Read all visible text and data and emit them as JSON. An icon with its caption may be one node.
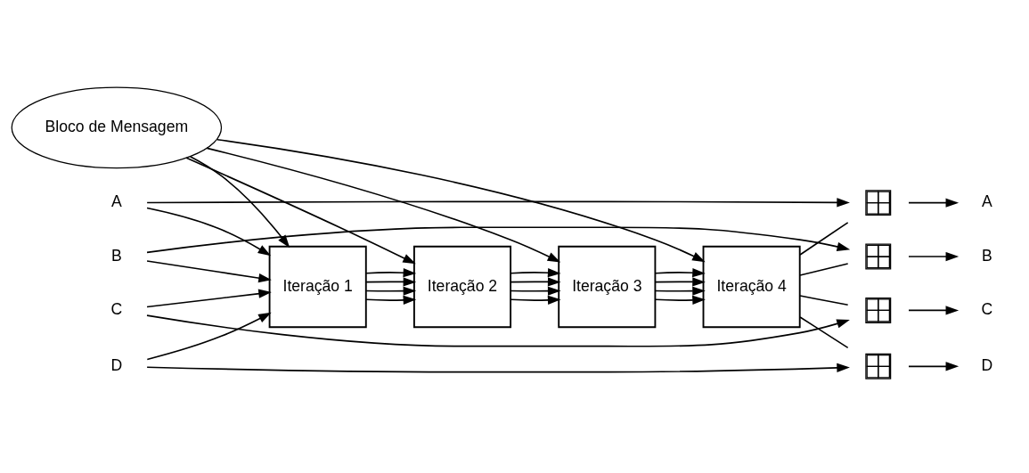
{
  "diagram": {
    "nodes": [
      {
        "text": [
          "Bloco de Mensagem"
        ]
      },
      {
        "text": [
          "Iteração 1"
        ]
      },
      {
        "text": [
          "Iteração 2"
        ]
      },
      {
        "text": [
          "Iteração 3"
        ]
      },
      {
        "text": [
          "Iteração 4"
        ]
      },
      {
        "text": [
          "A"
        ]
      },
      {
        "text": [
          "B"
        ]
      },
      {
        "text": [
          "C"
        ]
      },
      {
        "text": [
          "D"
        ]
      },
      {
        "text": [],
        "shape": "box"
      },
      {
        "text": [],
        "shape": "box"
      },
      {
        "text": [],
        "shape": "box"
      },
      {
        "text": [],
        "shape": "box"
      },
      {
        "text": [
          "A"
        ]
      },
      {
        "text": [
          "B"
        ]
      },
      {
        "text": [
          "C"
        ]
      },
      {
        "text": [
          "D"
        ]
      }
    ],
    "edges": [
      {
        "from": 0,
        "to": 1,
        "arrow": "to"
      },
      {
        "from": 0,
        "to": 2,
        "arrow": "to"
      },
      {
        "from": 0,
        "to": 3,
        "arrow": "to"
      },
      {
        "from": 0,
        "to": 4,
        "arrow": "to"
      },
      {
        "from": 5,
        "to": 1,
        "arrow": "to"
      },
      {
        "from": 6,
        "to": 1,
        "arrow": "to"
      },
      {
        "from": 7,
        "to": 1,
        "arrow": "to"
      },
      {
        "from": 8,
        "to": 1,
        "arrow": "to"
      },
      {
        "from": 1,
        "to": 2,
        "arrow": "to"
      },
      {
        "from": 1,
        "to": 2,
        "arrow": "to"
      },
      {
        "from": 1,
        "to": 2,
        "arrow": "to"
      },
      {
        "from": 1,
        "to": 2,
        "arrow": "to"
      },
      {
        "from": 2,
        "to": 3,
        "arrow": "to"
      },
      {
        "from": 2,
        "to": 3,
        "arrow": "to"
      },
      {
        "from": 2,
        "to": 3,
        "arrow": "to"
      },
      {
        "from": 2,
        "to": 3,
        "arrow": "to"
      },
      {
        "from": 3,
        "to": 4,
        "arrow": "to"
      },
      {
        "from": 3,
        "to": 4,
        "arrow": "to"
      },
      {
        "from": 3,
        "to": 4,
        "arrow": "to"
      },
      {
        "from": 3,
        "to": 4,
        "arrow": "to"
      },
      {
        "from": 4,
        "to": 9,
        "arrow": "none"
      },
      {
        "from": 4,
        "to": 10,
        "arrow": "none"
      },
      {
        "from": 4,
        "to": 11,
        "arrow": "none"
      },
      {
        "from": 4,
        "to": 12,
        "arrow": "none"
      },
      {
        "from": 5,
        "to": 9,
        "arrow": "to"
      },
      {
        "from": 6,
        "to": 10,
        "arrow": "to"
      },
      {
        "from": 7,
        "to": 11,
        "arrow": "to"
      },
      {
        "from": 8,
        "to": 12,
        "arrow": "to"
      },
      {
        "from": 9,
        "to": 13,
        "arrow": "to"
      },
      {
        "from": 10,
        "to": 14,
        "arrow": "to"
      },
      {
        "from": 11,
        "to": 15,
        "arrow": "to"
      },
      {
        "from": 12,
        "to": 16,
        "arrow": "to"
      }
    ]
  }
}
